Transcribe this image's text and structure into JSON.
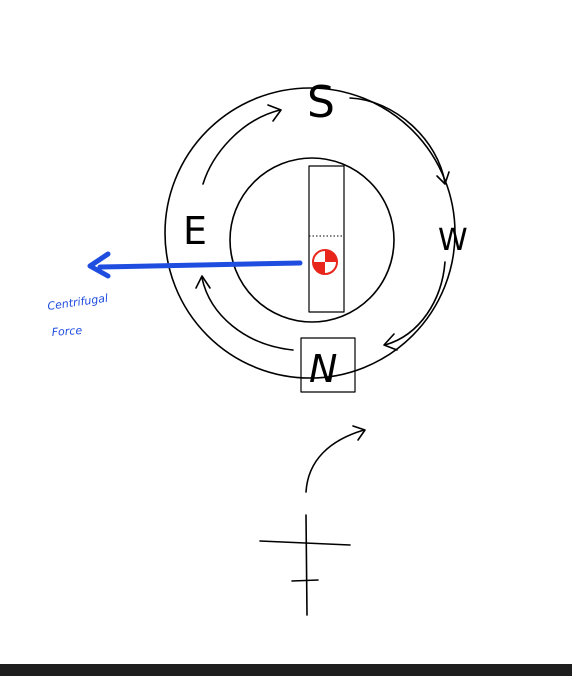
{
  "labels": {
    "south": "S",
    "west": "W",
    "north": "N",
    "east": "E",
    "force_line1": "Centrifugal",
    "force_line2": "Force"
  },
  "colors": {
    "ink": "#000000",
    "force_arrow": "#1f4de0",
    "com_marker": "#e8261c",
    "bottom_bar": "#1e1e1e"
  }
}
